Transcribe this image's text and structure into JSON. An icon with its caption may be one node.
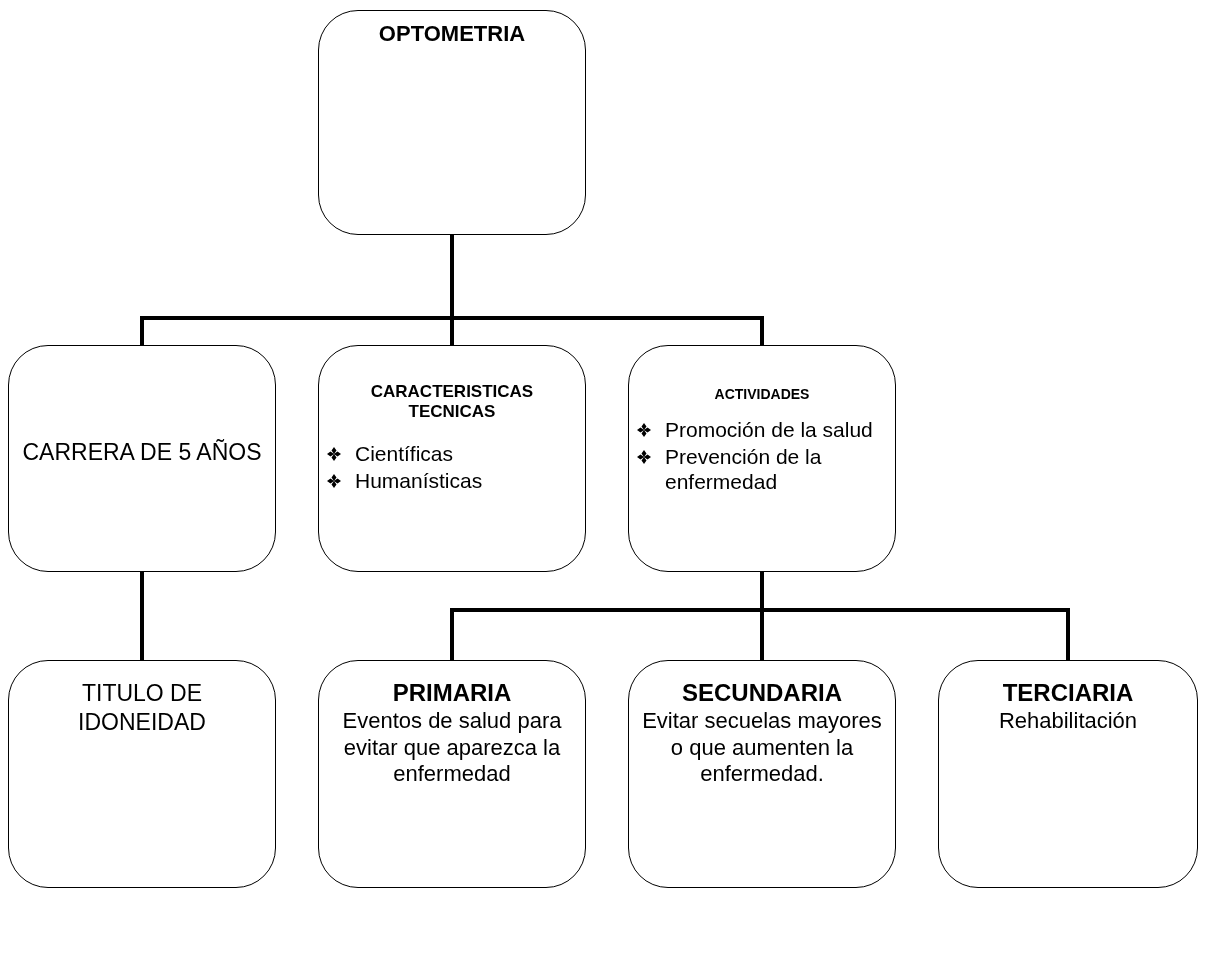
{
  "diagram": {
    "nodes": [
      {
        "text": [
          "OPTOMETRIA"
        ]
      },
      {
        "text": [
          "CARRERA DE 5 AÑOS"
        ]
      },
      {
        "text": [
          "CARACTERISTICAS TECNICAS",
          "Científicas",
          "Humanísticas"
        ]
      },
      {
        "text": [
          "ACTIVIDADES",
          "Promoción de la salud",
          "Prevención de la enfermedad"
        ]
      },
      {
        "text": [
          "TITULO DE IDONEIDAD"
        ]
      },
      {
        "text": [
          "PRIMARIA",
          "Eventos de salud para evitar que aparezca la enfermedad"
        ]
      },
      {
        "text": [
          "SECUNDARIA",
          "Evitar secuelas mayores o que aumenten la enfermedad."
        ]
      },
      {
        "text": [
          "TERCIARIA",
          "Rehabilitación"
        ]
      }
    ],
    "edges": [
      {
        "from": 0,
        "to": 1,
        "arrow": "none"
      },
      {
        "from": 0,
        "to": 2,
        "arrow": "none"
      },
      {
        "from": 0,
        "to": 3,
        "arrow": "none"
      },
      {
        "from": 1,
        "to": 4,
        "arrow": "none"
      },
      {
        "from": 3,
        "to": 5,
        "arrow": "none"
      },
      {
        "from": 3,
        "to": 6,
        "arrow": "none"
      },
      {
        "from": 3,
        "to": 7,
        "arrow": "none"
      }
    ]
  }
}
